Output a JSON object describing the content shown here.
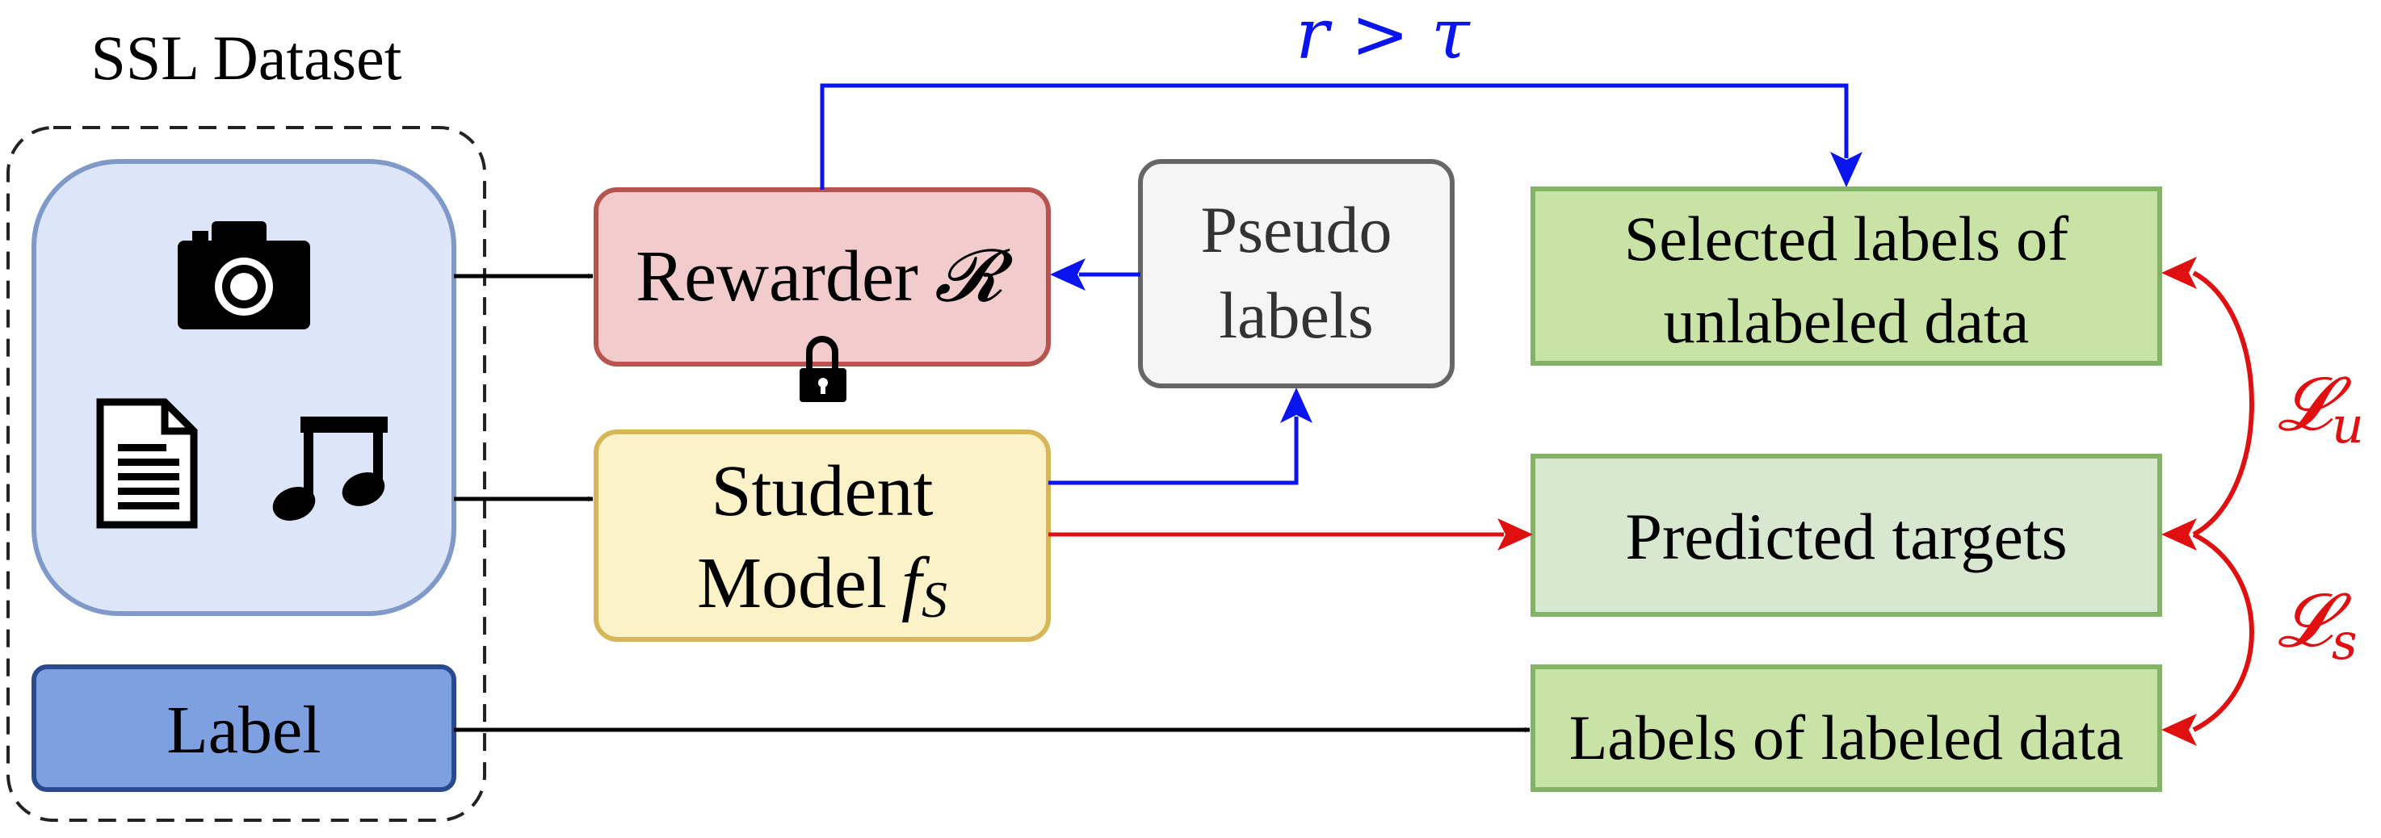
{
  "dataset": {
    "title": "SSL Dataset",
    "label_box": "Label"
  },
  "icons": [
    "camera-icon",
    "document-icon",
    "music-note-icon",
    "lock-icon"
  ],
  "rewarder": {
    "text": "Rewarder",
    "symbol": "𝓡"
  },
  "pseudo": {
    "line1": "Pseudo",
    "line2": "labels"
  },
  "student": {
    "line1": "Student",
    "line2": "Model",
    "symbol_main": "f",
    "symbol_sub": "S"
  },
  "selected": {
    "line1": "Selected labels of",
    "line2": "unlabeled data"
  },
  "predicted": {
    "text": "Predicted targets"
  },
  "labeled": {
    "text": "Labels of labeled data"
  },
  "threshold": {
    "text": "r > τ"
  },
  "losses": {
    "unsup_main": "𝓛",
    "unsup_sub": "u",
    "sup_main": "𝓛",
    "sup_sub": "s"
  },
  "colors": {
    "blue_arrow": "#0a14ee",
    "red_arrow": "#e01010",
    "rewarder_fill": "#f2cccc",
    "rewarder_stroke": "#b85450",
    "pseudo_fill": "#f5f5f5",
    "pseudo_stroke": "#666666",
    "student_fill": "#fbf2c9",
    "student_stroke": "#d6b656",
    "green_fill": "#c9e2a6",
    "green_stroke": "#82b366",
    "pred_fill": "#d8e8d0",
    "data_fill": "#dce6f8",
    "data_stroke": "#7f99c8",
    "label_fill": "#7fa0e0",
    "label_stroke": "#2a4a90"
  }
}
